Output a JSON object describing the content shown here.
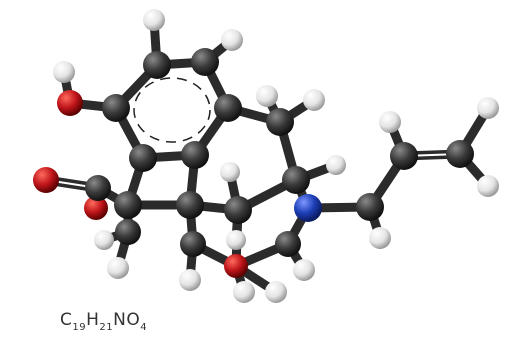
{
  "formula": {
    "parts": [
      {
        "el": "C",
        "n": "19"
      },
      {
        "el": "H",
        "n": "21"
      },
      {
        "el": "N",
        "n": ""
      },
      {
        "el": "O",
        "n": "4"
      }
    ]
  },
  "colors": {
    "carbon": "#2f2f2f",
    "hydrogen": "#ededed",
    "oxygen": "#c0161b",
    "nitrogen": "#1d3fb8",
    "bond": "#2b2b2b",
    "background": "#ffffff",
    "text": "#333333"
  }
}
